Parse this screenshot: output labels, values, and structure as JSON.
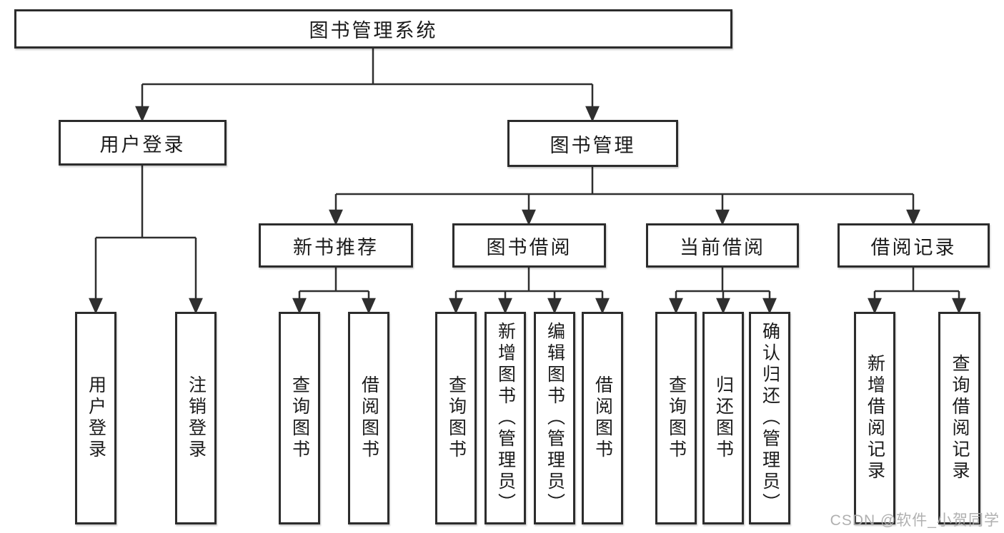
{
  "diagram": {
    "root": {
      "label": "图书管理系统"
    },
    "login": {
      "label": "用户登录",
      "children": [
        {
          "label": "用户登录"
        },
        {
          "label": "注销登录"
        }
      ]
    },
    "manage": {
      "label": "图书管理",
      "groups": [
        {
          "label": "新书推荐",
          "children": [
            {
              "label": "查询图书"
            },
            {
              "label": "借阅图书"
            }
          ]
        },
        {
          "label": "图书借阅",
          "children": [
            {
              "label": "查询图书"
            },
            {
              "label": "新增图书（管理员）"
            },
            {
              "label": "编辑图书（管理员）"
            },
            {
              "label": "借阅图书"
            }
          ]
        },
        {
          "label": "当前借阅",
          "children": [
            {
              "label": "查询图书"
            },
            {
              "label": "归还图书"
            },
            {
              "label": "确认归还（管理员）"
            }
          ]
        },
        {
          "label": "借阅记录",
          "children": [
            {
              "label": "新增借阅记录"
            },
            {
              "label": "查询借阅记录"
            }
          ]
        }
      ]
    },
    "line_color": "#2f2f2f",
    "watermark": "CSDN @软件_小贺同学"
  }
}
